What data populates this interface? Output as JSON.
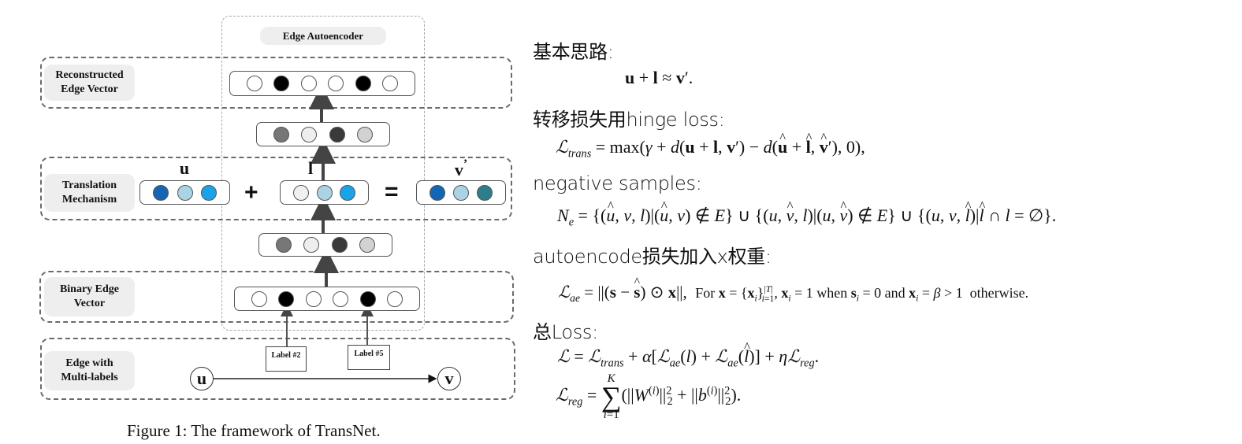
{
  "figure": {
    "title_tag": "Edge Autoencoder",
    "caption": "Figure 1: The framework of TransNet.",
    "rows": [
      {
        "name": "reconstructed",
        "label_line1": "Reconstructed",
        "label_line2": "Edge Vector"
      },
      {
        "name": "translation",
        "label_line1": "Translation",
        "label_line2": "Mechanism"
      },
      {
        "name": "binary",
        "label_line1": "Binary Edge",
        "label_line2": "Vector"
      },
      {
        "name": "edge",
        "label_line1": "Edge with",
        "label_line2": "Multi-labels"
      }
    ],
    "vectors": {
      "reconstructed": [
        "#ffffff",
        "#000000",
        "#ffffff",
        "#ffffff",
        "#000000",
        "#ffffff"
      ],
      "hidden_top": [
        "#777777",
        "#eeeeee",
        "#3a3a3a",
        "#d2d2d2"
      ],
      "u": [
        "#1565b5",
        "#aad4e4",
        "#1aa3e8"
      ],
      "l": [
        "#f0f0f0",
        "#aad4e4",
        "#1aa3e8"
      ],
      "v_prime": [
        "#1565b5",
        "#aad4e4",
        "#2e7d8c"
      ],
      "hidden_bottom": [
        "#777777",
        "#eeeeee",
        "#3a3a3a",
        "#d2d2d2"
      ],
      "binary": [
        "#ffffff",
        "#000000",
        "#ffffff",
        "#ffffff",
        "#000000",
        "#ffffff"
      ]
    },
    "vector_labels": {
      "u": "u",
      "l": "l",
      "v_prime": "v",
      "v_prime_mark": "’"
    },
    "operators": {
      "plus": "+",
      "equals": "="
    },
    "labels": [
      {
        "text": "Label #2"
      },
      {
        "text": "Label #5"
      }
    ],
    "nodes": {
      "source": "u",
      "target": "v"
    }
  },
  "notes": {
    "section1": {
      "heading": "基本思路:",
      "formula": "u + l ≈ v′."
    },
    "section2": {
      "heading": "转移损失用hinge loss:",
      "formula": "ℒtrans = max(γ + d(u + l, v′) − d(û + l̂, v̂′), 0),"
    },
    "section3": {
      "heading": "negative samples:",
      "formula": "Ne = {(û, v, l)|(û, v) ∉ E} ∪ {(u, v̂, l)|(u, v̂) ∉ E} ∪ {(u, v, l̂)|l̂ ∩ l = ∅}."
    },
    "section4": {
      "heading": "autoencode损失加入x权重:",
      "formula": "ℒae = ||(s − ŝ) ⊙ x||,  For x = {xi}|T|i=1, xi = 1 when si = 0 and xi = β > 1  otherwise."
    },
    "section5": {
      "heading": "总Loss:",
      "formula1": "ℒ = ℒtrans + α[ℒae(l) + ℒae(l̂)] + ηℒreg.",
      "formula2": "ℒreg = Σi=1..K (||W(i)||22 + ||b(i)||22)."
    }
  }
}
